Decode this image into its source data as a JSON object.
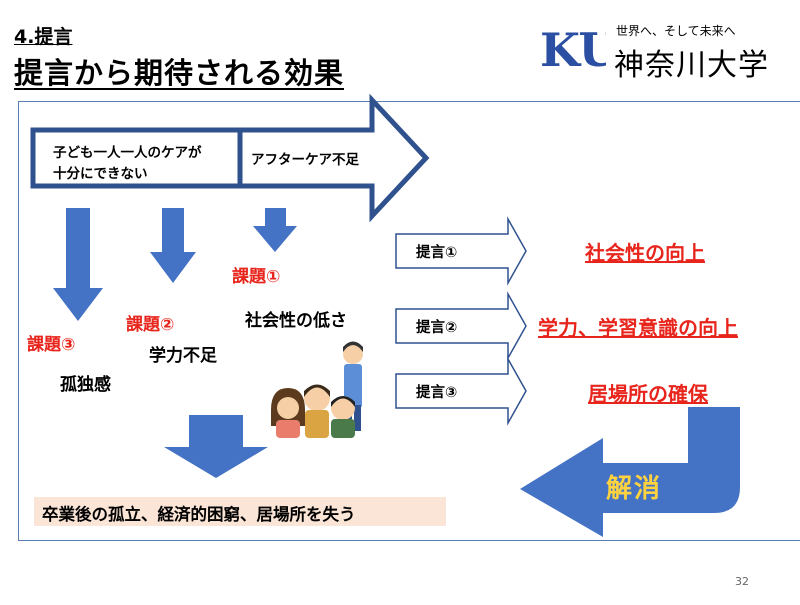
{
  "header": {
    "section_label": "4.提言",
    "title": "提言から期待される効果"
  },
  "logo": {
    "mark": "KU",
    "tagline": "世界へ、そして未来へ",
    "name": "神奈川大学",
    "color": "#2b4fa2"
  },
  "flow": {
    "stage1": [
      "子ども一人一人のケアが",
      "十分にできない"
    ],
    "stage2": "アフターケア不足"
  },
  "issues": [
    {
      "label": "課題①",
      "text": "社会性の低さ"
    },
    {
      "label": "課題②",
      "text": "学力不足"
    },
    {
      "label": "課題③",
      "text": "孤独感"
    }
  ],
  "proposals": [
    {
      "label": "提言①",
      "effect": "社会性の向上"
    },
    {
      "label": "提言②",
      "effect": "学力、学習意識の向上"
    },
    {
      "label": "提言③",
      "effect": "居場所の確保"
    }
  ],
  "result": "卒業後の孤立、経済的困窮、居場所を失う",
  "resolve_label": "解消",
  "page_number": "32",
  "colors": {
    "arrow_blue": "#4472c4",
    "outline_blue": "#2f528f",
    "accent_red": "#e8251c",
    "result_bg": "#fbe5d6",
    "resolve_text": "#ffd23f"
  }
}
